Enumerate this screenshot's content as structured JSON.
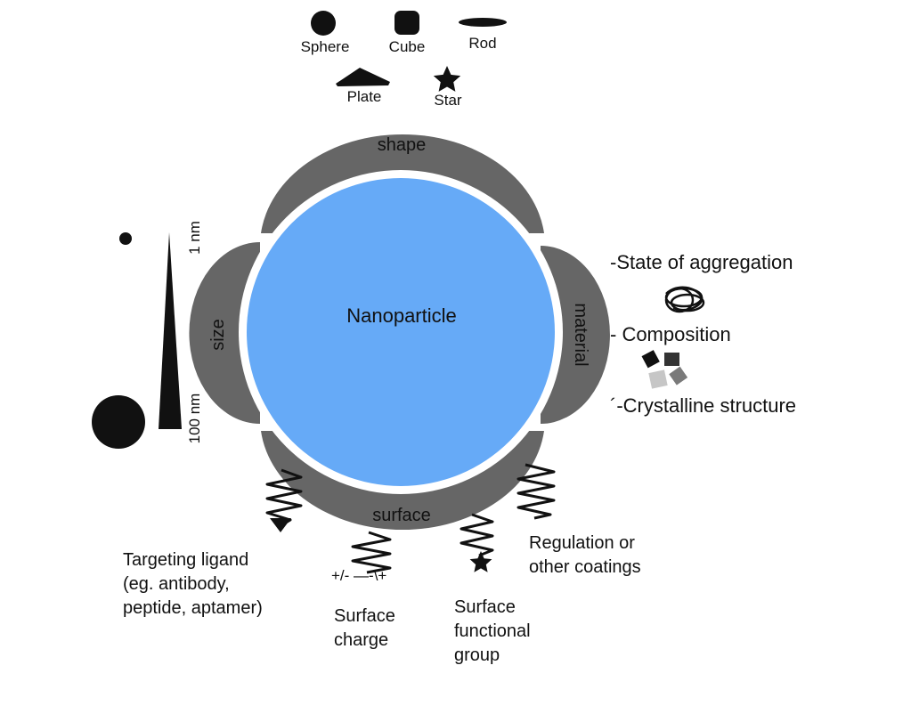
{
  "center_label": "Nanoparticle",
  "bands": {
    "shape": "shape",
    "size": "size",
    "material": "material",
    "surface": "surface"
  },
  "shapes": {
    "sphere": "Sphere",
    "cube": "Cube",
    "rod": "Rod",
    "plate": "Plate",
    "star": "Star"
  },
  "size_scale": {
    "top": "1 nm",
    "bottom": "100 nm"
  },
  "material_props": {
    "aggregation": "-State of aggregation",
    "composition": "- Composition",
    "crystalline": "´-Crystalline structure"
  },
  "surface_props": {
    "targeting": [
      "Targeting ligand",
      "(eg. antibody,",
      "peptide, aptamer)"
    ],
    "charge_symbols": "+/- —-\\+",
    "charge": [
      "Surface",
      "charge"
    ],
    "functional": [
      "Surface",
      "functional",
      "group"
    ],
    "regulation": [
      "Regulation or",
      "other coatings"
    ]
  },
  "colors": {
    "core": "#66aaf7",
    "band": "#666666",
    "ink": "#111111"
  }
}
